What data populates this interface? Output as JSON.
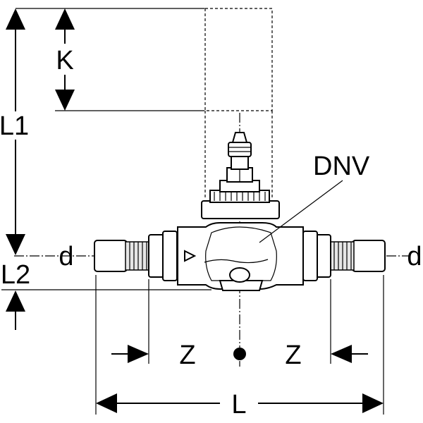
{
  "labels": {
    "K": "K",
    "L1": "L1",
    "L2": "L2",
    "d_left": "d",
    "d_right": "d",
    "DNV": "DNV",
    "Z_left": "Z",
    "Z_right": "Z",
    "L": "L"
  },
  "icons": {
    "arrow": "filled-triangle-arrowhead",
    "center": "center-point-dot"
  },
  "colors": {
    "ink": "#000000",
    "paper": "#ffffff",
    "shade": "#e6e6e6"
  }
}
